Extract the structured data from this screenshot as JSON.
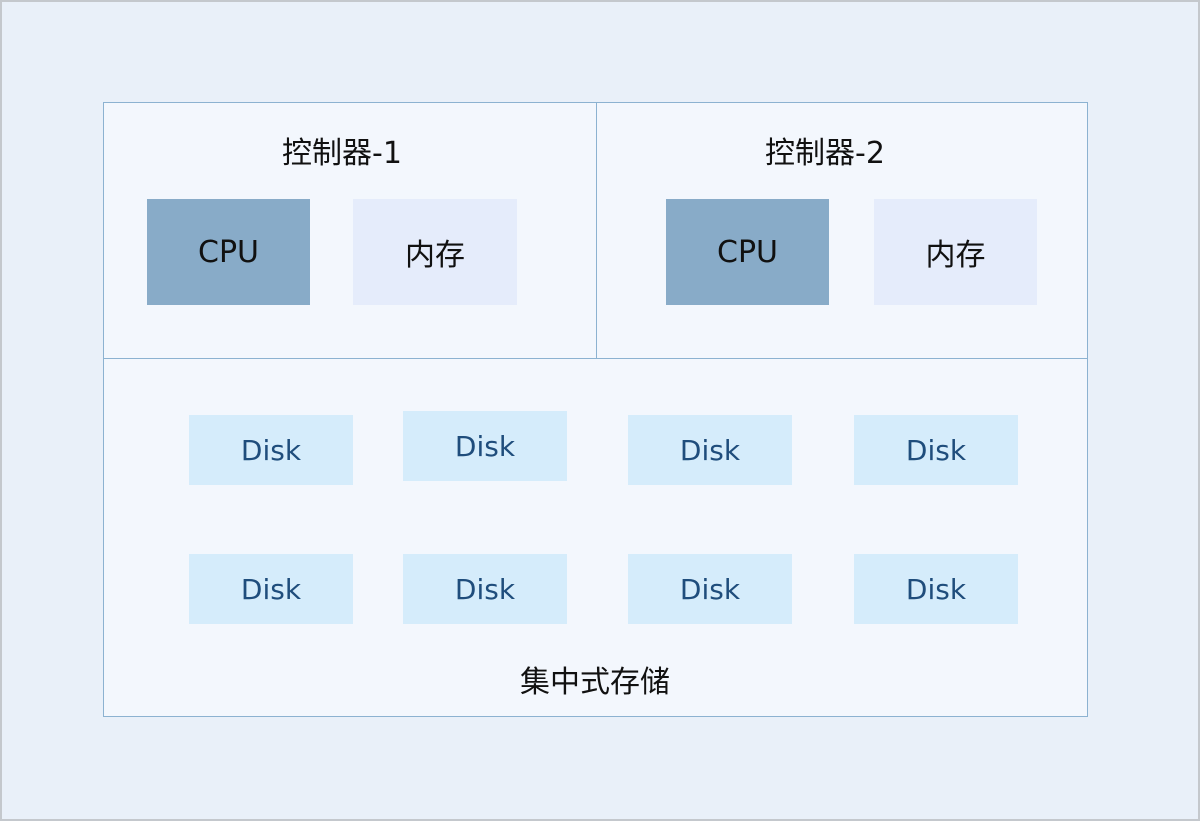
{
  "controllers": [
    {
      "title": "控制器-1",
      "cpu_label": "CPU",
      "memory_label": "内存"
    },
    {
      "title": "控制器-2",
      "cpu_label": "CPU",
      "memory_label": "内存"
    }
  ],
  "storage": {
    "title": "集中式存储",
    "disks": [
      "Disk",
      "Disk",
      "Disk",
      "Disk",
      "Disk",
      "Disk",
      "Disk",
      "Disk"
    ]
  },
  "colors": {
    "background": "#e9f0f9",
    "panel": "#f3f7fd",
    "border": "#8cb2d1",
    "cpu": "#88abc8",
    "memory": "#e5ecfb",
    "disk": "#d5ecfb",
    "disk_text": "#1f4d7c"
  }
}
